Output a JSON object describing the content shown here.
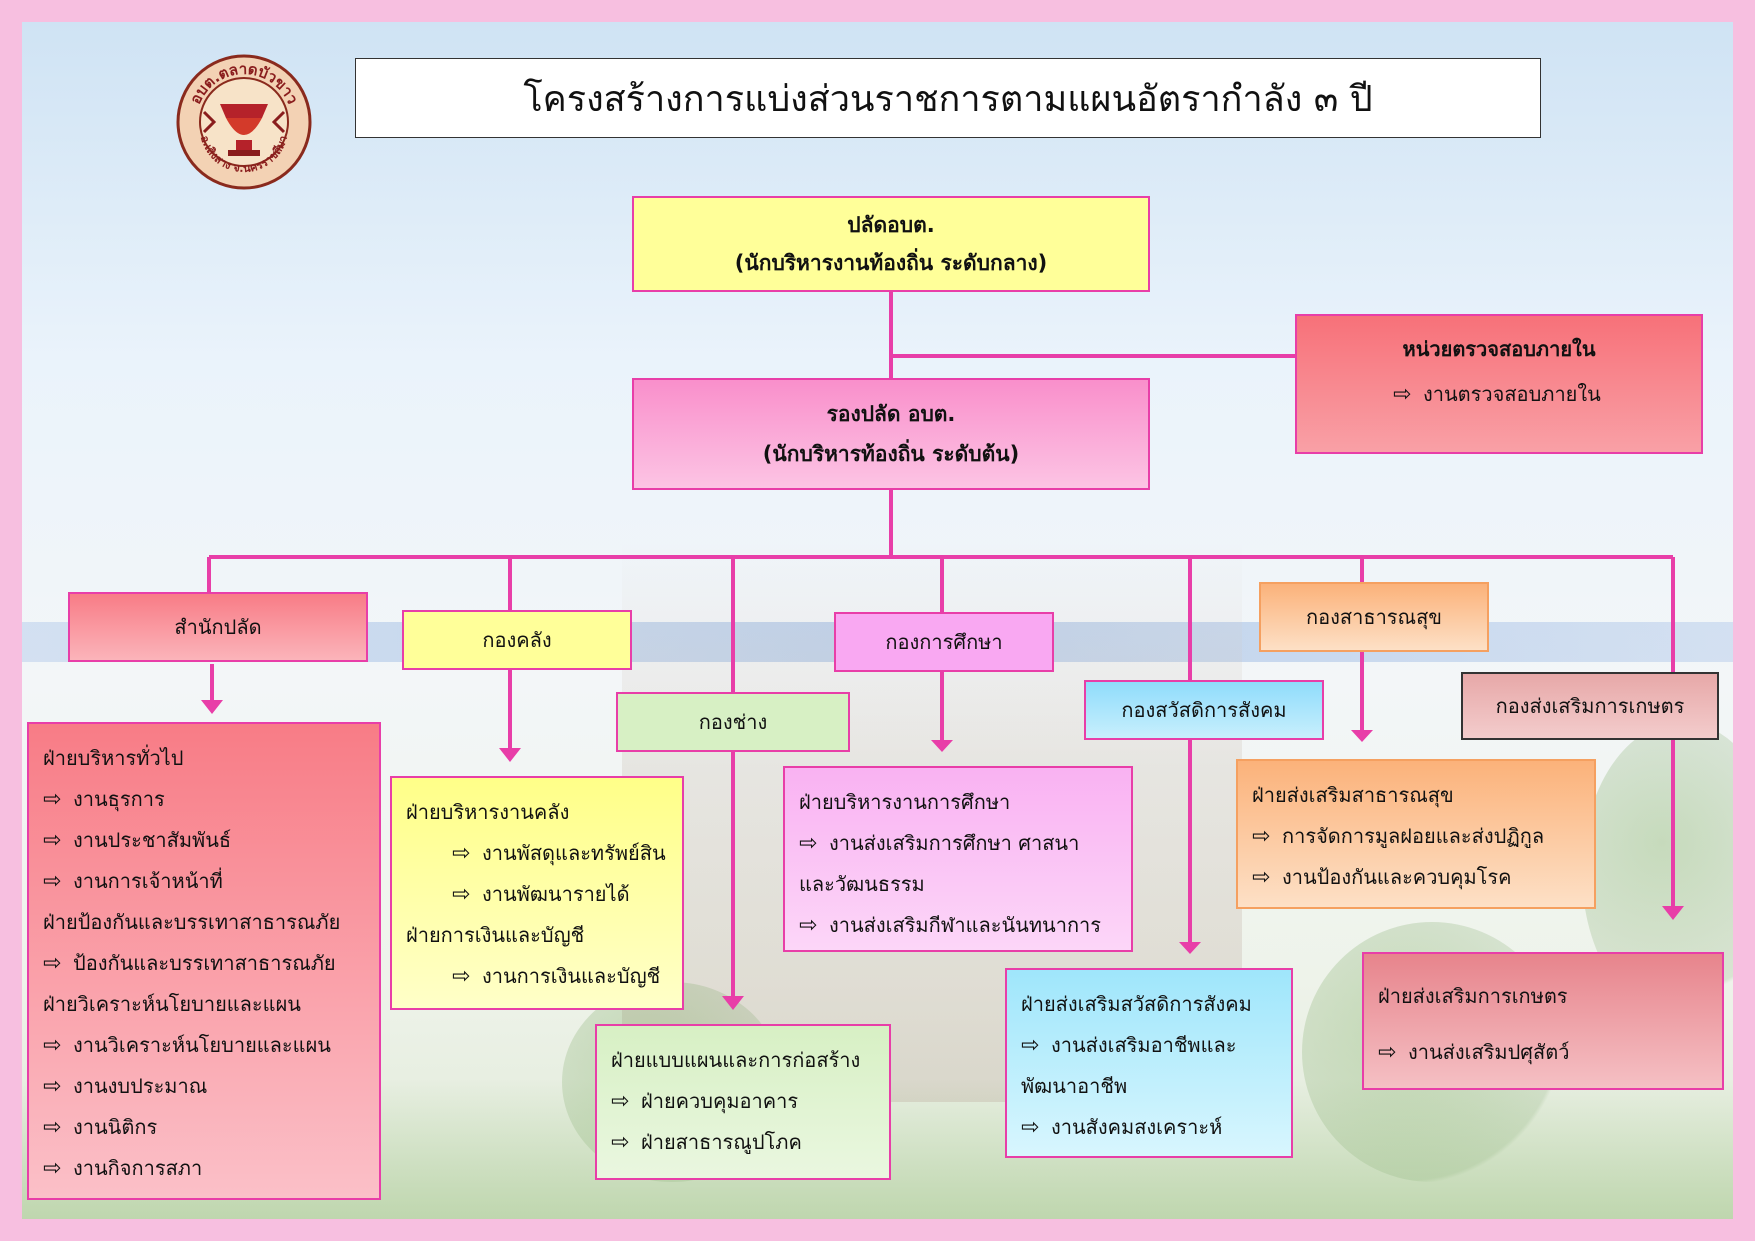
{
  "title": "โครงสร้างการแบ่งส่วนราชการตามแผนอัตรากำลัง ๓ ปี",
  "logo": {
    "top_text": "อบต.ตลาดบัวขาว",
    "bottom_text": "อ.เสิงสาง จ.นครราชสีมา"
  },
  "chief": {
    "line1": "ปลัดอบต.",
    "line2": "(นักบริหารงานท้องถิ่น ระดับกลาง)"
  },
  "deputy": {
    "line1": "รองปลัด อบต.",
    "line2": "(นักบริหารท้องถิ่น ระดับต้น)"
  },
  "audit": {
    "title": "หน่วยตรวจสอบภายใน",
    "items": [
      "งานตรวจสอบภายใน"
    ]
  },
  "arrow_glyph": "⇨",
  "departments": [
    {
      "name": "สำนักปลัด"
    },
    {
      "name": "กองคลัง"
    },
    {
      "name": "กองช่าง"
    },
    {
      "name": "กองการศึกษา"
    },
    {
      "name": "กองสวัสดิการสังคม"
    },
    {
      "name": "กองสาธารณสุข"
    },
    {
      "name": "กองส่งเสริมการเกษตร"
    }
  ],
  "sections": {
    "palad": [
      {
        "type": "head",
        "text": "ฝ่ายบริหารทั่วไป"
      },
      {
        "type": "item",
        "text": "งานธุรการ"
      },
      {
        "type": "item",
        "text": "งานประชาสัมพันธ์"
      },
      {
        "type": "item",
        "text": "งานการเจ้าหน้าที่"
      },
      {
        "type": "head",
        "text": "ฝ่ายป้องกันและบรรเทาสาธารณภัย"
      },
      {
        "type": "item",
        "text": "ป้องกันและบรรเทาสาธารณภัย"
      },
      {
        "type": "head",
        "text": "ฝ่ายวิเคราะห์นโยบายและแผน"
      },
      {
        "type": "item",
        "text": "งานวิเคราะห์นโยบายและแผน"
      },
      {
        "type": "item",
        "text": "งานงบประมาณ"
      },
      {
        "type": "item",
        "text": "งานนิติกร"
      },
      {
        "type": "item",
        "text": "งานกิจการสภา"
      }
    ],
    "finance": [
      {
        "type": "head",
        "text": "ฝ่ายบริหารงานคลัง"
      },
      {
        "type": "item",
        "text": "งานพัสดุและทรัพย์สิน",
        "indent": true
      },
      {
        "type": "item",
        "text": "งานพัฒนารายได้",
        "indent": true
      },
      {
        "type": "head",
        "text": "ฝ่ายการเงินและบัญชี"
      },
      {
        "type": "item",
        "text": "งานการเงินและบัญชี",
        "indent": true
      }
    ],
    "engineering": [
      {
        "type": "head",
        "text": "ฝ่ายแบบแผนและการก่อสร้าง"
      },
      {
        "type": "item",
        "text": "ฝ่ายควบคุมอาคาร"
      },
      {
        "type": "item",
        "text": "ฝ่ายสาธารณูปโภค"
      }
    ],
    "education": [
      {
        "type": "head",
        "text": "ฝ่ายบริหารงานการศึกษา"
      },
      {
        "type": "item",
        "text": "งานส่งเสริมการศึกษา ศาสนา"
      },
      {
        "type": "head",
        "text": "และวัฒนธรรม"
      },
      {
        "type": "item",
        "text": "งานส่งเสริมกีฬาและนันทนาการ"
      }
    ],
    "welfare": [
      {
        "type": "head",
        "text": "ฝ่ายส่งเสริมสวัสดิการสังคม"
      },
      {
        "type": "item",
        "text": "งานส่งเสริมอาชีพและ"
      },
      {
        "type": "head",
        "text": "พัฒนาอาชีพ"
      },
      {
        "type": "item",
        "text": "งานสังคมสงเคราะห์"
      }
    ],
    "health": [
      {
        "type": "head",
        "text": "ฝ่ายส่งเสริมสาธารณสุข"
      },
      {
        "type": "item",
        "text": "การจัดการมูลฝอยและส่งปฏิกูล"
      },
      {
        "type": "item",
        "text": "งานป้องกันและควบคุมโรค"
      }
    ],
    "agri": [
      {
        "type": "head",
        "text": "ฝ่ายส่งเสริมการเกษตร"
      },
      {
        "type": "item",
        "text": "งานส่งเสริมปศุสัตว์"
      }
    ]
  },
  "colors": {
    "connector": "#e83ea8",
    "chief_fill": "#ffff99",
    "deputy_fill": "#f98fcb",
    "audit_fill": "#f7777f",
    "palad_fill": "#f87c86",
    "finance_fill": "#ffff88",
    "engineering_fill": "#d7f0c4",
    "education_fill": "#f9a8f2",
    "welfare_fill": "#9fe6fb",
    "health_fill": "#fbb27a",
    "agri_fill": "#e98a92"
  }
}
